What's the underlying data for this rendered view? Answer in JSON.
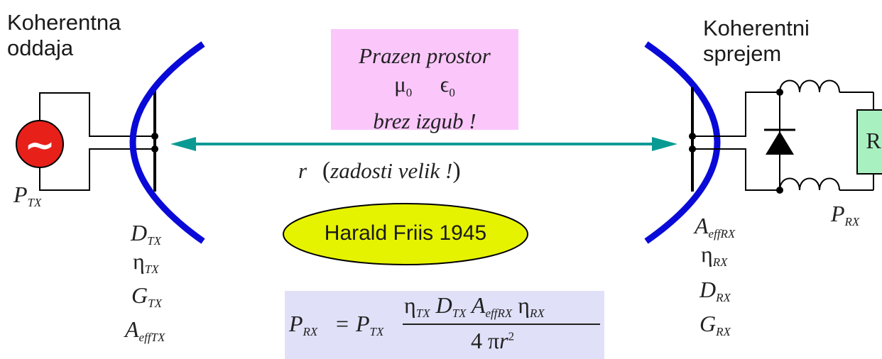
{
  "transmitter": {
    "heading_line1": "Koherentna",
    "heading_line2": "oddaja",
    "power": {
      "sym": "P",
      "sub": "TX"
    },
    "params": [
      {
        "sym": "D",
        "sub": "TX"
      },
      {
        "sym": "η",
        "sub": "TX"
      },
      {
        "sym": "G",
        "sub": "TX"
      },
      {
        "sym": "A",
        "sub": "effTX"
      }
    ]
  },
  "receiver": {
    "heading_line1": "Koherentni",
    "heading_line2": "sprejem",
    "load_label": "R",
    "power": {
      "sym": "P",
      "sub": "RX"
    },
    "params": [
      {
        "sym": "A",
        "sub": "effRX"
      },
      {
        "sym": "η",
        "sub": "RX"
      },
      {
        "sym": "D",
        "sub": "RX"
      },
      {
        "sym": "G",
        "sub": "RX"
      }
    ]
  },
  "medium": {
    "line1": "Prazen   prostor",
    "mu": "μ",
    "mu_sub": "0",
    "eps": "ϵ",
    "eps_sub": "0",
    "line3": "brez  izgub !"
  },
  "distance": {
    "r": "r",
    "text": "zadosti   velik !",
    "open_paren": "(",
    "close_paren": ")"
  },
  "credit": "Harald Friis 1945",
  "formula": {
    "lhs": {
      "sym": "P",
      "sub": "RX"
    },
    "eq": "=",
    "rhs": {
      "sym": "P",
      "sub": "TX"
    },
    "numerator": [
      {
        "sym": "η",
        "sub": "TX"
      },
      {
        "sym": "D",
        "sub": "TX"
      },
      {
        "sym": "A",
        "sub": "effRX"
      },
      {
        "sym": "η",
        "sub": "RX"
      }
    ],
    "denominator": {
      "four": "4",
      "pi": "π",
      "r": "r",
      "exp": "2"
    }
  },
  "colors": {
    "antenna_arc": "#0a0ad8",
    "arrow": "#0a9a94",
    "source_fill": "#e8201a",
    "medium_box": "#fbc7fb",
    "credit_ellipse": "#e6f300",
    "formula_box": "#e0e0f8",
    "resistor_fill": "#a8f0c0"
  }
}
